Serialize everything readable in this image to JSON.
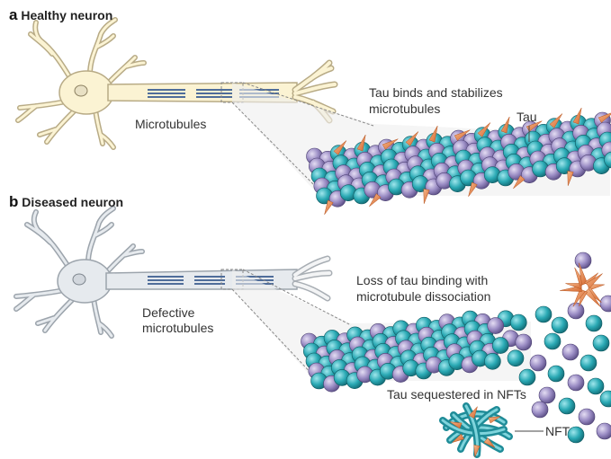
{
  "panel_a": {
    "letter": "a",
    "title": "Healthy neuron",
    "microtubules_label": "Microtubules",
    "tau_desc_line1": "Tau binds and stabilizes",
    "tau_desc_line2": "microtubules",
    "tau_label": "Tau"
  },
  "panel_b": {
    "letter": "b",
    "title": "Diseased neuron",
    "defective_line1": "Defective",
    "defective_line2": "microtubules",
    "loss_line1": "Loss of tau binding with",
    "loss_line2": "microtubule dissociation",
    "sequestered_label": "Tau sequestered in NFTs",
    "nft_label": "NFT"
  },
  "colors": {
    "healthy_neuron_fill": "#fbf3d3",
    "healthy_neuron_stroke": "#b8ab86",
    "diseased_neuron_fill": "#e6eaee",
    "diseased_neuron_stroke": "#9ca4ac",
    "tubulin_teal": "#2aa9b4",
    "tubulin_purple": "#9a8cc4",
    "tau_orange": "#e6834a"
  }
}
